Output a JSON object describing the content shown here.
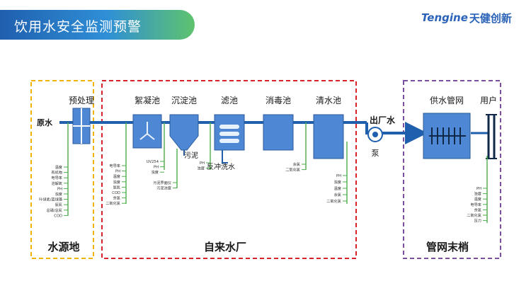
{
  "header": {
    "title": "饮用水安全监测预警"
  },
  "logo": {
    "name_en": "Tengine",
    "name_cn": "天健创新"
  },
  "zones": {
    "source": "水源地",
    "plant": "自来水厂",
    "network": "管网末梢"
  },
  "flow": {
    "raw_water": "原水",
    "outlet": "出厂水",
    "pump": "泵"
  },
  "units": {
    "pretreat": "预处理",
    "flocculation": "絮凝池",
    "sedimentation": "沉淀池",
    "filter": "滤池",
    "disinfection": "消毒池",
    "clearwell": "清水池",
    "pipe_network": "供水管网",
    "user": "用户"
  },
  "annotations": {
    "sludge": "污泥",
    "backwash": "反冲洗水"
  },
  "params": {
    "source": [
      "温度",
      "有机物",
      "电导率",
      "溶解氧",
      "PH",
      "浊度",
      "叶绿素/蓝绿藻",
      "氨氮",
      "总磷/总氮",
      "COD"
    ],
    "flocculation_in": [
      "电导率",
      "PH",
      "温度",
      "浊度",
      "氨氮",
      "COD",
      "余氯",
      "二氧化氯"
    ],
    "flocculation_out": [
      "UV254",
      "PH",
      "浊度"
    ],
    "sedimentation": [
      "污泥界面仪",
      "污泥浓度"
    ],
    "filter": [
      "PH",
      "浊度"
    ],
    "disinfection": [
      "余氯",
      "二氧化氯"
    ],
    "clearwell": [
      "PH",
      "浊度",
      "温度",
      "余氯",
      "二氧化氯"
    ],
    "network": [
      "PH",
      "浊度",
      "温度",
      "电导率",
      "余氯",
      "二氧化氯",
      "压力"
    ]
  },
  "colors": {
    "pipe": "#1f5fae",
    "tank_fill": "#4e88d4",
    "sensor_line": "#4cae4c",
    "source_border": "#f0b400",
    "plant_border": "#d9232a",
    "network_border": "#7b4f9d"
  }
}
